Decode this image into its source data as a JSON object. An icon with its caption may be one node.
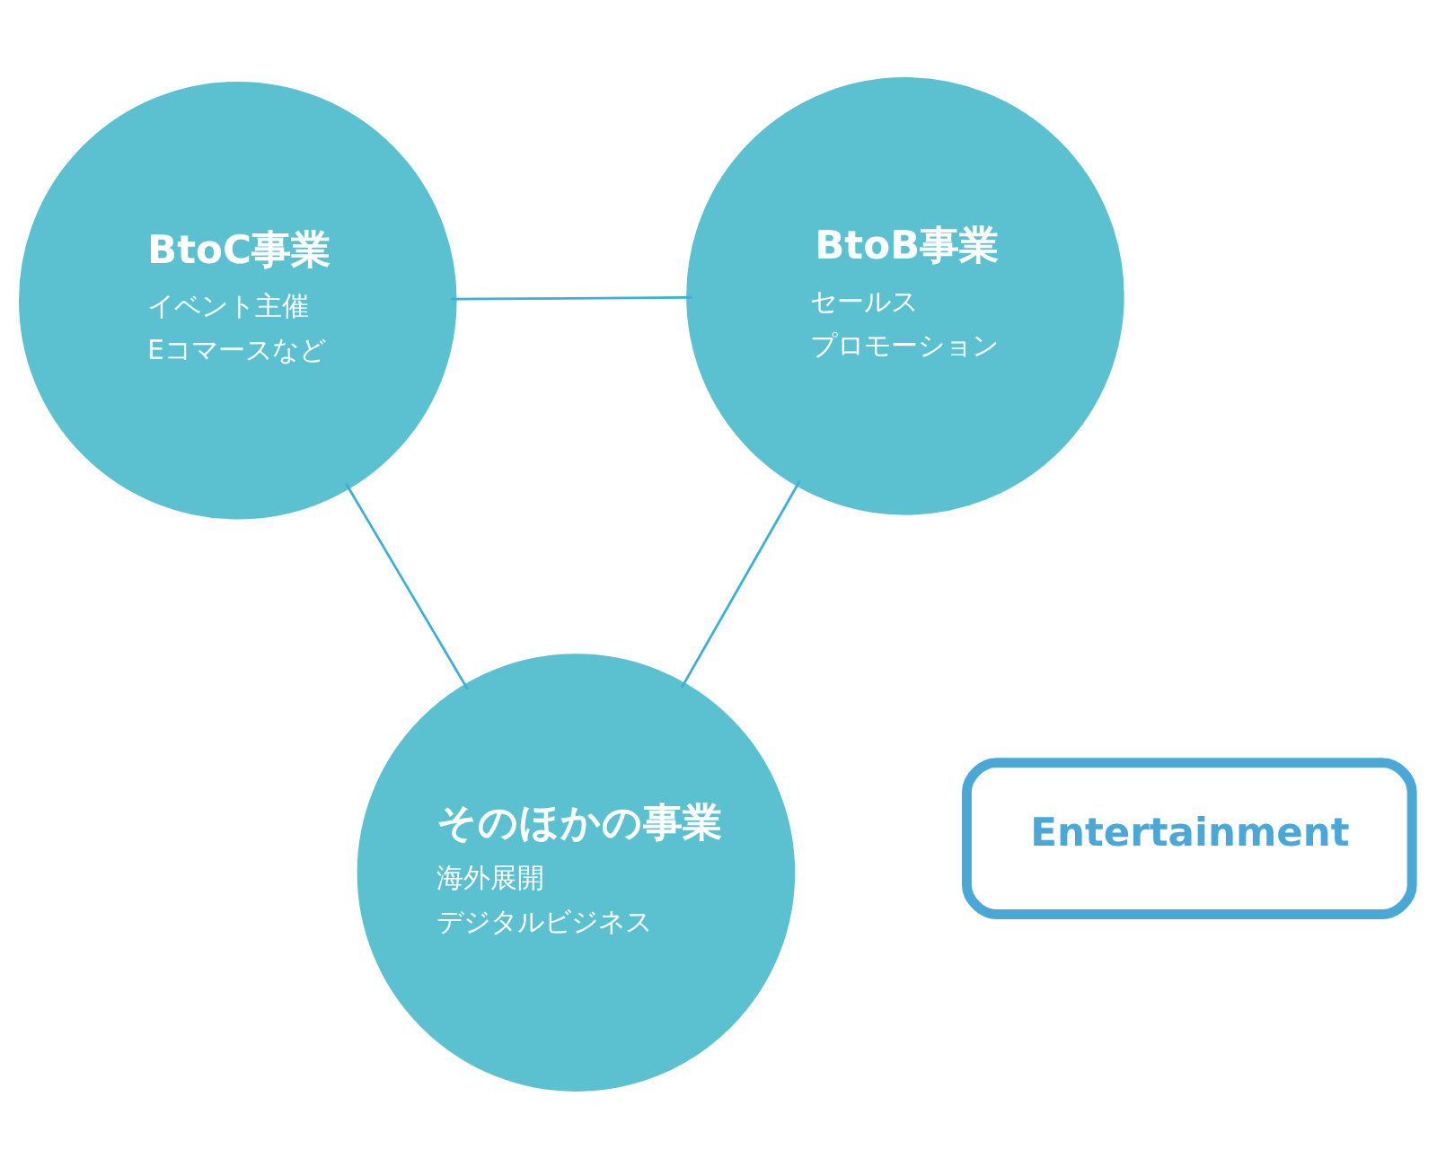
{
  "diagram": {
    "nodes": [
      {
        "text": [
          "BtoC事業",
          "イベント主催",
          "Eコマースなど"
        ]
      },
      {
        "text": [
          "BtoB事業",
          "セールス",
          "プロモーション"
        ]
      },
      {
        "text": [
          "Entertainment"
        ]
      },
      {
        "text": [
          "そのほかの事業",
          "海外展開",
          "デジタルビジネス"
        ]
      }
    ],
    "edges": [
      {
        "from": 1,
        "to": 0,
        "arrow": "none"
      },
      {
        "from": 0,
        "to": 3,
        "arrow": "none"
      },
      {
        "from": 1,
        "to": 3,
        "arrow": "none"
      }
    ]
  }
}
